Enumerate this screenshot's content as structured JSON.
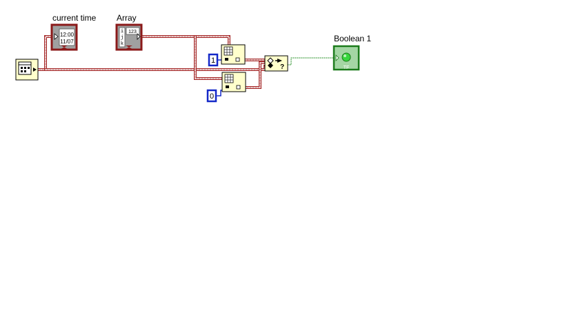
{
  "diagram": {
    "nodes": {
      "get_time": {
        "kind": "get-date-time-function"
      },
      "current_time": {
        "label": "current time",
        "kind": "timestamp-indicator",
        "display_time": "12:00",
        "display_date": "11/07"
      },
      "array": {
        "label": "Array",
        "kind": "array-indicator",
        "index_glyphs": [
          "i",
          "j",
          "k"
        ],
        "element_type": "123"
      },
      "index_array_1": {
        "kind": "index-array-function"
      },
      "index_array_2": {
        "kind": "index-array-function"
      },
      "const_1": {
        "kind": "numeric-constant",
        "value": "1"
      },
      "const_0": {
        "kind": "numeric-constant",
        "value": "0"
      },
      "compare": {
        "kind": "compare-elements-function",
        "glyph": "?"
      },
      "boolean_1": {
        "label": "Boolean 1",
        "kind": "boolean-indicator",
        "type_text": "TF"
      }
    },
    "colors": {
      "timestamp_wire": "#a52a2a",
      "boolean_wire": "#1a8a1a",
      "numeric_constant": "#1428c8",
      "function_bg": "#ffffcc",
      "boolean_led": "#37d63d"
    }
  }
}
